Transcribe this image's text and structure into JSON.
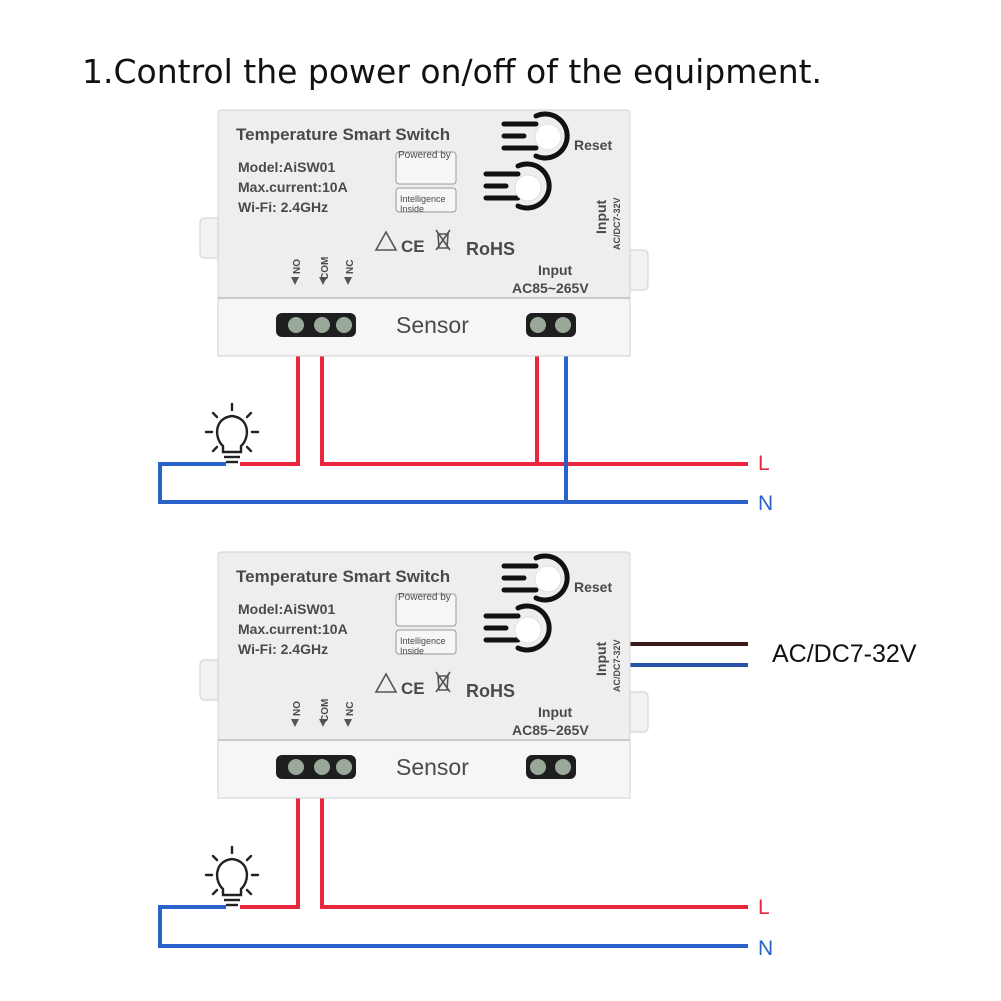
{
  "title": "1.Control the power on/off of the equipment.",
  "device": {
    "name": "Temperature Smart Switch",
    "model": "Model:AiSW01",
    "max_current": "Max.current:10A",
    "wifi": "Wi-Fi: 2.4GHz",
    "powered_by": "Powered by",
    "intelligence_line1": "Intelligence",
    "intelligence_line2": "Inside",
    "reset": "Reset",
    "input_side": "Input",
    "input_side_sub": "AC/DC7-32V",
    "input_main": "Input",
    "input_main_sub": "AC85~265V",
    "terminal_no": "NO",
    "terminal_com": "COM",
    "terminal_nc": "NC",
    "sensor": "Sensor",
    "rohs": "RoHS",
    "ce": "CE"
  },
  "wires": {
    "live": "L",
    "neutral": "N",
    "dc_supply": "AC/DC7-32V"
  },
  "colors": {
    "live": "#e8263e",
    "neutral": "#2a62c9",
    "dc_positive": "#3a1a1a",
    "dc_negative": "#2a52a8",
    "device_body": "#eeeeee"
  }
}
